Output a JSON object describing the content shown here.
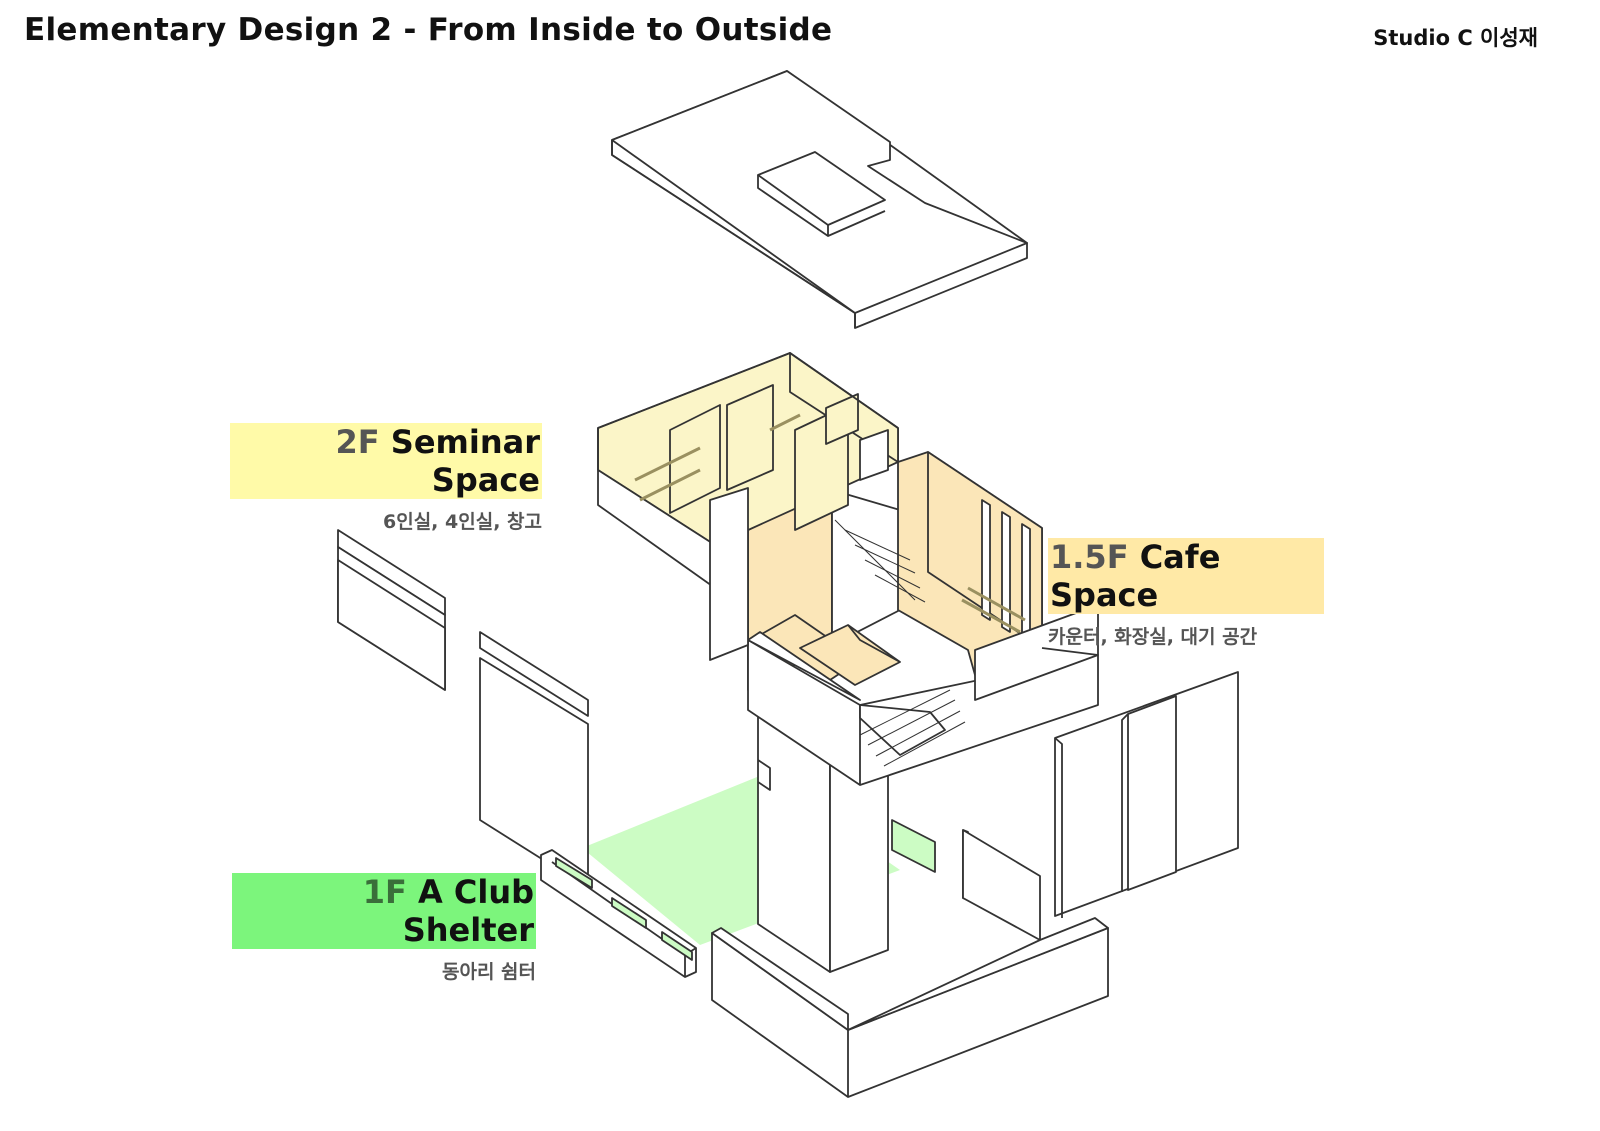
{
  "header": {
    "title": "Elementary Design 2 - From Inside to Outside",
    "author": "Studio C  이성재"
  },
  "labels": {
    "f2": {
      "floor": "2F",
      "name": "Seminar Space",
      "sub": "6인실, 4인실, 창고"
    },
    "f15": {
      "floor": "1.5F",
      "name": "Cafe Space",
      "sub": "카운터, 화장실, 대기 공간"
    },
    "f1": {
      "floor": "1F",
      "name": "A Club Shelter",
      "sub": "동아리 쉼터"
    }
  },
  "colors": {
    "seminar_fill": "#fbf5c8",
    "cafe_fill": "#fbe6b8",
    "shelter_fill": "#ccfcc4",
    "line": "#333333"
  }
}
